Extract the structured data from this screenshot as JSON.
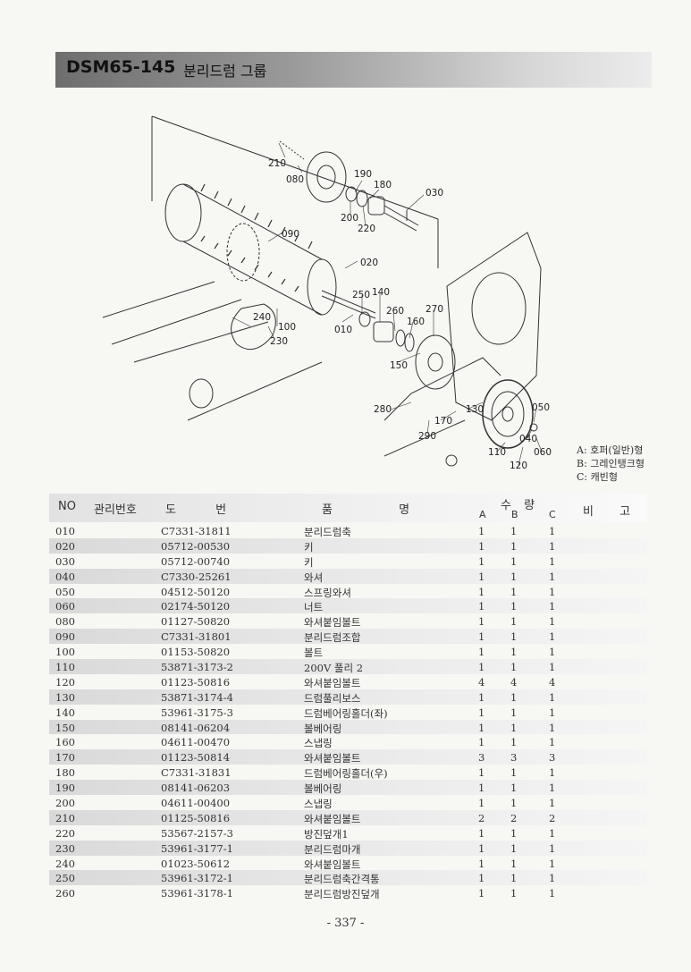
{
  "header": {
    "model": "DSM65-145",
    "group_name": "분리드럼 그룹"
  },
  "diagram": {
    "callouts": [
      "210",
      "080",
      "190",
      "180",
      "030",
      "200",
      "220",
      "090",
      "020",
      "250",
      "140",
      "240",
      "100",
      "230",
      "260",
      "160",
      "010",
      "270",
      "150",
      "280",
      "170",
      "130",
      "290",
      "050",
      "040",
      "060",
      "110",
      "120"
    ]
  },
  "legend": {
    "a": "A: 호퍼(일반)형",
    "b": "B: 그레인탱크형",
    "c": "C: 캐빈형"
  },
  "table": {
    "headers": {
      "no": "NO",
      "mgmt": "관리번호",
      "dwg": "도  번",
      "name": "품  명",
      "qty": "수  량",
      "a": "A",
      "b": "B",
      "c": "C",
      "remarks": "비  고"
    },
    "rows": [
      {
        "no": "010",
        "dwg": "C7331-31811",
        "name": "분리드럼축",
        "a": "1",
        "b": "1",
        "c": "1"
      },
      {
        "no": "020",
        "dwg": "05712-00530",
        "name": "키",
        "a": "1",
        "b": "1",
        "c": "1"
      },
      {
        "no": "030",
        "dwg": "05712-00740",
        "name": "키",
        "a": "1",
        "b": "1",
        "c": "1"
      },
      {
        "no": "040",
        "dwg": "C7330-25261",
        "name": "와셔",
        "a": "1",
        "b": "1",
        "c": "1"
      },
      {
        "no": "050",
        "dwg": "04512-50120",
        "name": "스프링와셔",
        "a": "1",
        "b": "1",
        "c": "1"
      },
      {
        "no": "060",
        "dwg": "02174-50120",
        "name": "너트",
        "a": "1",
        "b": "1",
        "c": "1"
      },
      {
        "no": "080",
        "dwg": "01127-50820",
        "name": "와셔붙임볼트",
        "a": "1",
        "b": "1",
        "c": "1"
      },
      {
        "no": "090",
        "dwg": "C7331-31801",
        "name": "분리드럼조합",
        "a": "1",
        "b": "1",
        "c": "1"
      },
      {
        "no": "100",
        "dwg": "01153-50820",
        "name": "볼트",
        "a": "1",
        "b": "1",
        "c": "1"
      },
      {
        "no": "110",
        "dwg": "53871-3173-2",
        "name": "200V 풀리 2",
        "a": "1",
        "b": "1",
        "c": "1"
      },
      {
        "no": "120",
        "dwg": "01123-50816",
        "name": "와셔붙임볼트",
        "a": "4",
        "b": "4",
        "c": "4"
      },
      {
        "no": "130",
        "dwg": "53871-3174-4",
        "name": "드럼풀리보스",
        "a": "1",
        "b": "1",
        "c": "1"
      },
      {
        "no": "140",
        "dwg": "53961-3175-3",
        "name": "드럼베어링홀더(좌)",
        "a": "1",
        "b": "1",
        "c": "1"
      },
      {
        "no": "150",
        "dwg": "08141-06204",
        "name": "볼베어링",
        "a": "1",
        "b": "1",
        "c": "1"
      },
      {
        "no": "160",
        "dwg": "04611-00470",
        "name": "스냅링",
        "a": "1",
        "b": "1",
        "c": "1"
      },
      {
        "no": "170",
        "dwg": "01123-50814",
        "name": "와셔붙임볼트",
        "a": "3",
        "b": "3",
        "c": "3"
      },
      {
        "no": "180",
        "dwg": "C7331-31831",
        "name": "드럼베어링홀더(우)",
        "a": "1",
        "b": "1",
        "c": "1"
      },
      {
        "no": "190",
        "dwg": "08141-06203",
        "name": "볼베어링",
        "a": "1",
        "b": "1",
        "c": "1"
      },
      {
        "no": "200",
        "dwg": "04611-00400",
        "name": "스냅링",
        "a": "1",
        "b": "1",
        "c": "1"
      },
      {
        "no": "210",
        "dwg": "01125-50816",
        "name": "와셔붙임볼트",
        "a": "2",
        "b": "2",
        "c": "2"
      },
      {
        "no": "220",
        "dwg": "53567-2157-3",
        "name": "방진덮개1",
        "a": "1",
        "b": "1",
        "c": "1"
      },
      {
        "no": "230",
        "dwg": "53961-3177-1",
        "name": "분리드럼마개",
        "a": "1",
        "b": "1",
        "c": "1"
      },
      {
        "no": "240",
        "dwg": "01023-50612",
        "name": "와셔붙임볼트",
        "a": "1",
        "b": "1",
        "c": "1"
      },
      {
        "no": "250",
        "dwg": "53961-3172-1",
        "name": "분리드럼축간격통",
        "a": "1",
        "b": "1",
        "c": "1"
      },
      {
        "no": "260",
        "dwg": "53961-3178-1",
        "name": "분리드럼방진덮개",
        "a": "1",
        "b": "1",
        "c": "1"
      }
    ]
  },
  "page_number": "- 337 -"
}
